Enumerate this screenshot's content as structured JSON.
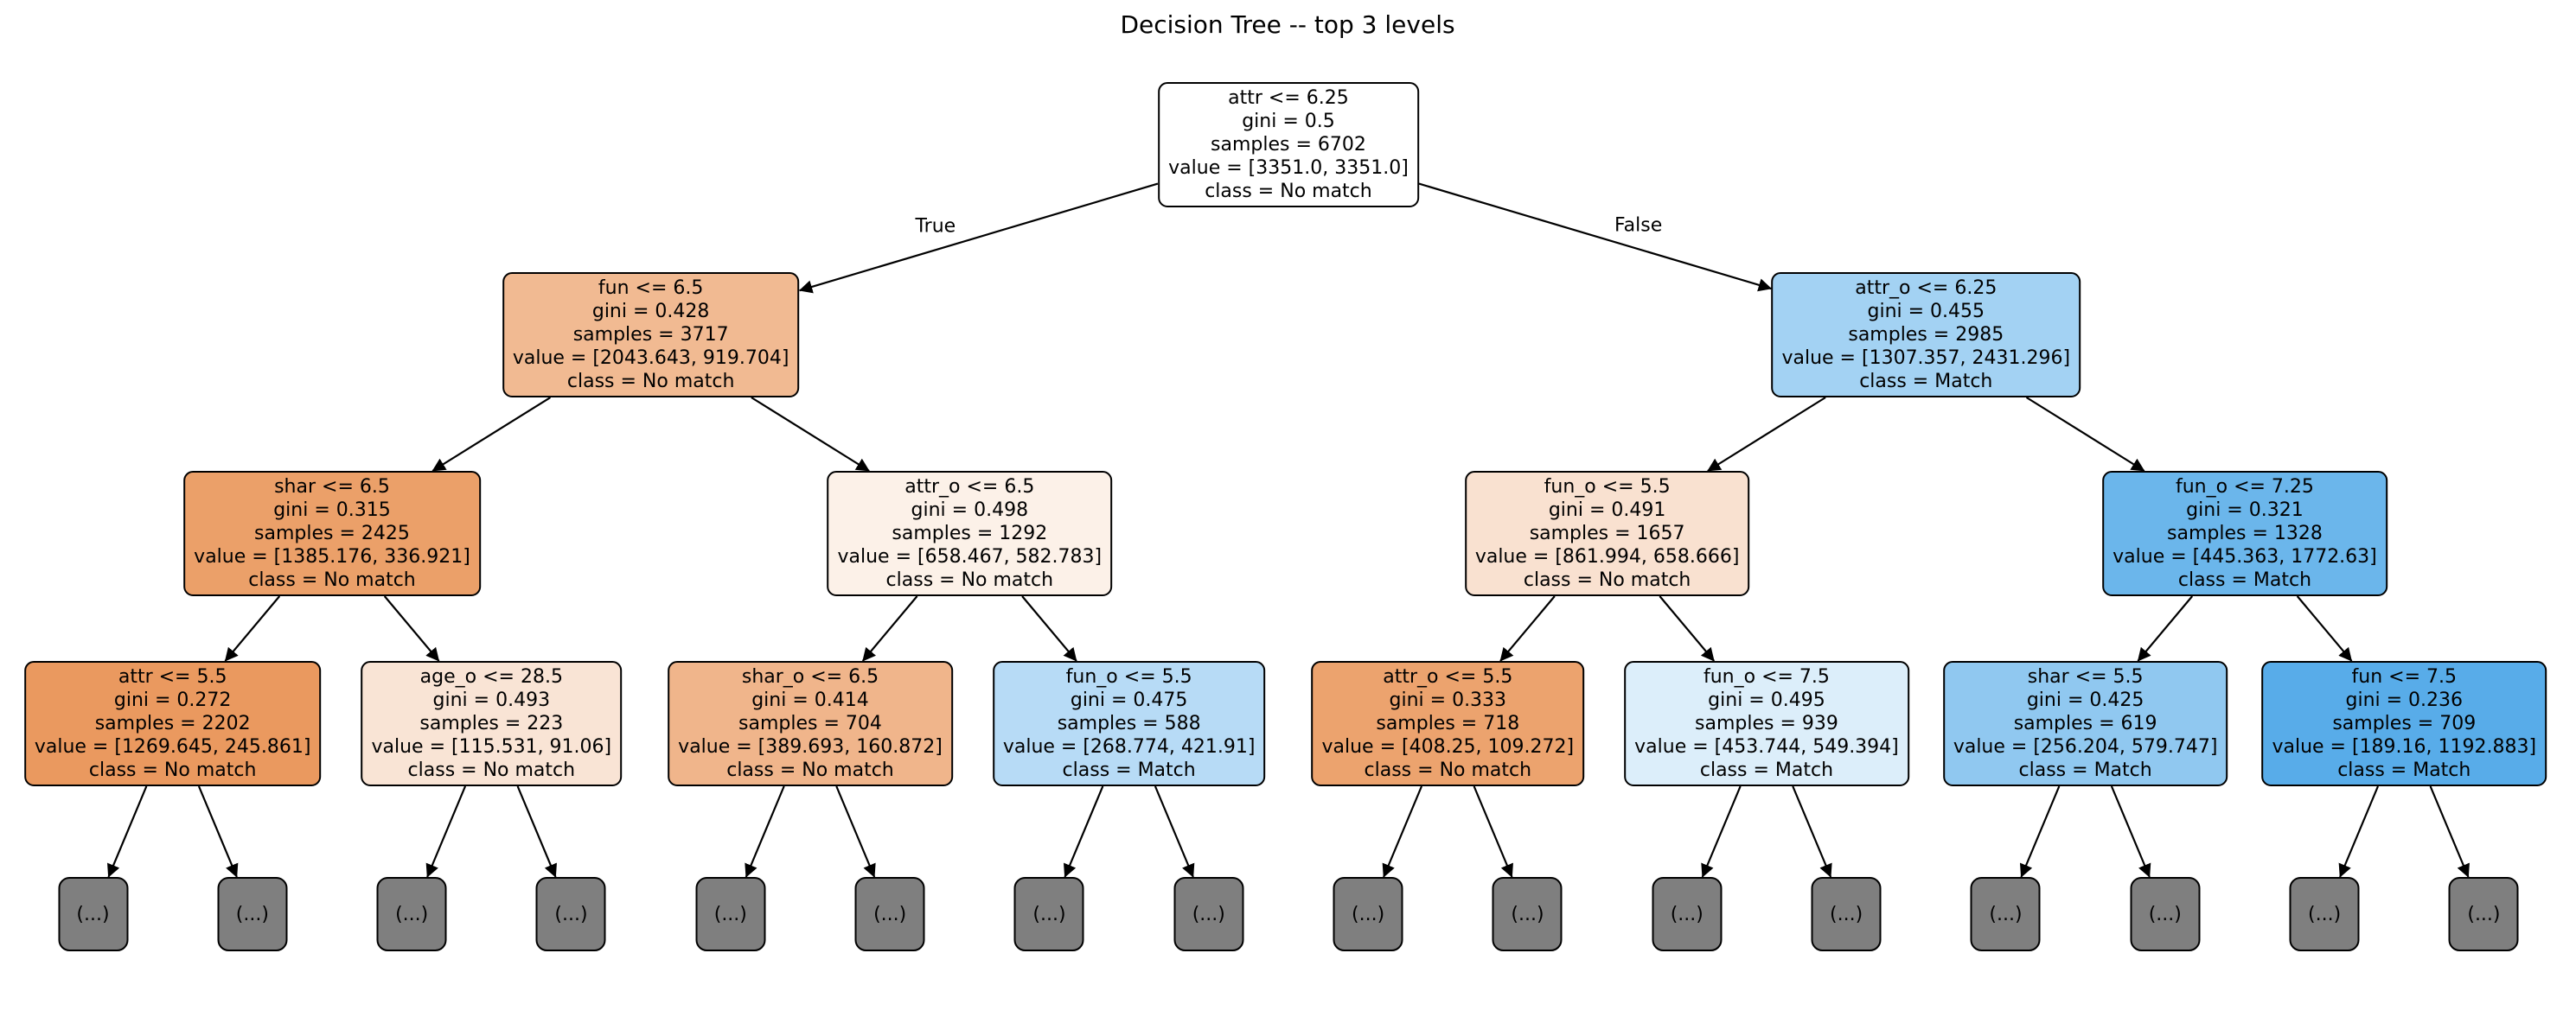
{
  "title": "Decision Tree -- top 3 levels",
  "edge_labels": {
    "true_label": "True",
    "false_label": "False"
  },
  "colors": {
    "background": "#ffffff",
    "edge": "#000000",
    "node_border": "#000000",
    "node_text": "#000000",
    "leaf_fill": "#7f7f7f",
    "class_no_match_base": "#e58139",
    "class_match_base": "#399de5"
  },
  "nodes": [
    {
      "id": "root",
      "level": 0,
      "slot": 0,
      "fill": "#ffffff",
      "condition": "attr <= 6.25",
      "gini": "gini = 0.5",
      "samples": "samples = 6702",
      "value": "value = [3351.0, 3351.0]",
      "class_label": "class = No match"
    },
    {
      "id": "l1-left",
      "level": 1,
      "slot": 0,
      "fill": "#f1ba92",
      "condition": "fun <= 6.5",
      "gini": "gini = 0.428",
      "samples": "samples = 3717",
      "value": "value = [2043.643, 919.704]",
      "class_label": "class = No match"
    },
    {
      "id": "l1-right",
      "level": 1,
      "slot": 1,
      "fill": "#a3d2f3",
      "condition": "attr_o <= 6.25",
      "gini": "gini = 0.455",
      "samples": "samples = 2985",
      "value": "value = [1307.357, 2431.296]",
      "class_label": "class = Match"
    },
    {
      "id": "l2-0",
      "level": 2,
      "slot": 0,
      "fill": "#eba069",
      "condition": "shar <= 6.5",
      "gini": "gini = 0.315",
      "samples": "samples = 2425",
      "value": "value = [1385.176, 336.921]",
      "class_label": "class = No match"
    },
    {
      "id": "l2-1",
      "level": 2,
      "slot": 1,
      "fill": "#fcf1e8",
      "condition": "attr_o <= 6.5",
      "gini": "gini = 0.498",
      "samples": "samples = 1292",
      "value": "value = [658.467, 582.783]",
      "class_label": "class = No match"
    },
    {
      "id": "l2-2",
      "level": 2,
      "slot": 2,
      "fill": "#f9e1d0",
      "condition": "fun_o <= 5.5",
      "gini": "gini = 0.491",
      "samples": "samples = 1657",
      "value": "value = [861.994, 658.666]",
      "class_label": "class = No match"
    },
    {
      "id": "l2-3",
      "level": 2,
      "slot": 3,
      "fill": "#6bb6eb",
      "condition": "fun_o <= 7.25",
      "gini": "gini = 0.321",
      "samples": "samples = 1328",
      "value": "value = [445.363, 1772.63]",
      "class_label": "class = Match"
    },
    {
      "id": "l3-0",
      "level": 3,
      "slot": 0,
      "fill": "#ea995f",
      "condition": "attr <= 5.5",
      "gini": "gini = 0.272",
      "samples": "samples = 2202",
      "value": "value = [1269.645, 245.861]",
      "class_label": "class = No match"
    },
    {
      "id": "l3-1",
      "level": 3,
      "slot": 1,
      "fill": "#f9e4d5",
      "condition": "age_o <= 28.5",
      "gini": "gini = 0.493",
      "samples": "samples = 223",
      "value": "value = [115.531, 91.06]",
      "class_label": "class = No match"
    },
    {
      "id": "l3-2",
      "level": 3,
      "slot": 2,
      "fill": "#f0b58b",
      "condition": "shar_o <= 6.5",
      "gini": "gini = 0.414",
      "samples": "samples = 704",
      "value": "value = [389.693, 160.872]",
      "class_label": "class = No match"
    },
    {
      "id": "l3-3",
      "level": 3,
      "slot": 3,
      "fill": "#b7dbf6",
      "condition": "fun_o <= 5.5",
      "gini": "gini = 0.475",
      "samples": "samples = 588",
      "value": "value = [268.774, 421.91]",
      "class_label": "class = Match"
    },
    {
      "id": "l3-4",
      "level": 3,
      "slot": 4,
      "fill": "#eca36e",
      "condition": "attr_o <= 5.5",
      "gini": "gini = 0.333",
      "samples": "samples = 718",
      "value": "value = [408.25, 109.272]",
      "class_label": "class = No match"
    },
    {
      "id": "l3-5",
      "level": 3,
      "slot": 5,
      "fill": "#dceefa",
      "condition": "fun_o <= 7.5",
      "gini": "gini = 0.495",
      "samples": "samples = 939",
      "value": "value = [453.744, 549.394]",
      "class_label": "class = Match"
    },
    {
      "id": "l3-6",
      "level": 3,
      "slot": 6,
      "fill": "#90c8f0",
      "condition": "shar <= 5.5",
      "gini": "gini = 0.425",
      "samples": "samples = 619",
      "value": "value = [256.204, 579.747]",
      "class_label": "class = Match"
    },
    {
      "id": "l3-7",
      "level": 3,
      "slot": 7,
      "fill": "#58ace9",
      "condition": "fun <= 7.5",
      "gini": "gini = 0.236",
      "samples": "samples = 709",
      "value": "value = [189.16, 1192.883]",
      "class_label": "class = Match"
    }
  ],
  "leaf_labels": [
    "(...)",
    "(...)",
    "(...)",
    "(...)",
    "(...)",
    "(...)",
    "(...)",
    "(...)",
    "(...)",
    "(...)",
    "(...)",
    "(...)",
    "(...)",
    "(...)",
    "(...)",
    "(...)"
  ]
}
